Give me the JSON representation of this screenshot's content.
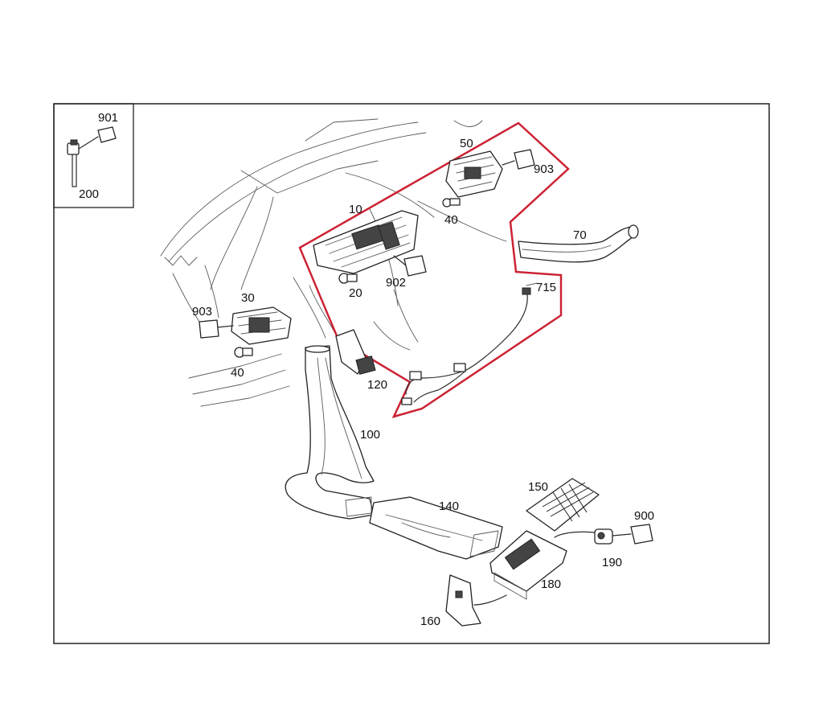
{
  "labels": {
    "p901": "901",
    "p200": "200",
    "p50": "50",
    "p903a": "903",
    "p40a": "40",
    "p10": "10",
    "p70": "70",
    "p20": "20",
    "p902": "902",
    "p715": "715",
    "p30": "30",
    "p903b": "903",
    "p40b": "40",
    "p120": "120",
    "p100": "100",
    "p150": "150",
    "p140": "140",
    "p900": "900",
    "p190": "190",
    "p180": "180",
    "p160": "160"
  },
  "colors": {
    "highlight": "#cc2233",
    "frame": "#222222",
    "lines": "#2b2b2b"
  }
}
